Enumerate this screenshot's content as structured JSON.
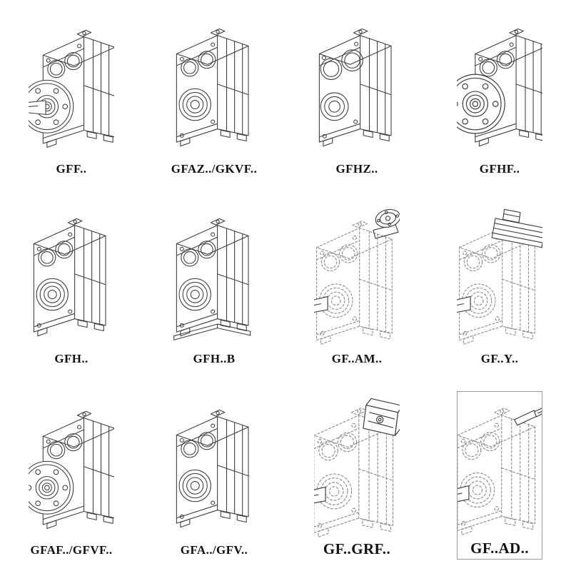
{
  "colors": {
    "background": "#ffffff",
    "solid_line": "#3d3d3d",
    "phantom_line": "#8f8f8f"
  },
  "products": [
    {
      "label": "GFF..",
      "drawing": "flange-mounted-solid-shaft-gear-unit"
    },
    {
      "label": "GFAZ../GKVF..",
      "drawing": "shaft-mounted-gear-unit-front-view"
    },
    {
      "label": "GFHZ..",
      "drawing": "hollow-shaft-gear-unit"
    },
    {
      "label": "GFHF..",
      "drawing": "flange-mounted-hollow-shaft-gear-unit"
    },
    {
      "label": "GFH..",
      "drawing": "hollow-shaft-gear-unit"
    },
    {
      "label": "GFH..B",
      "drawing": "hollow-shaft-gear-unit-with-base"
    },
    {
      "label": "GF..AM..",
      "drawing": "phantom-gear-unit-with-motor-adapter-flange"
    },
    {
      "label": "GF..Y..",
      "drawing": "phantom-gear-unit-with-mounted-motor"
    },
    {
      "label": "GFAF../GFVF..",
      "drawing": "flange-mounted-hollow-shaft-gear-unit"
    },
    {
      "label": "GFA../GFV..",
      "drawing": "foot-mounted-gear-unit-front-view"
    },
    {
      "label": "GF..GRF..",
      "drawing": "phantom-gear-unit-with-input-gear-adapter"
    },
    {
      "label": "GF..AD..",
      "drawing": "phantom-gear-unit-with-input-shaft"
    }
  ]
}
